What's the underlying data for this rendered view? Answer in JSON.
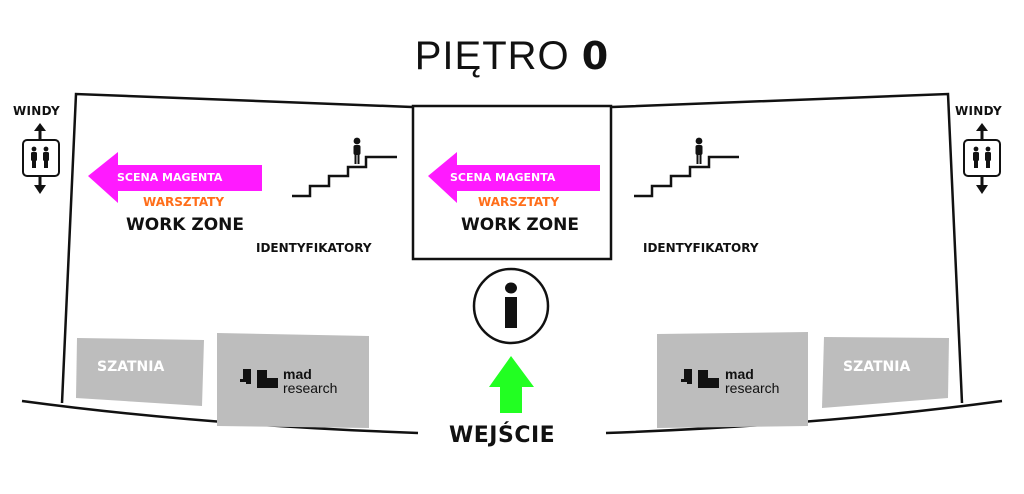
{
  "map": {
    "title_prefix": "PIĘTRO",
    "title_floor": "0",
    "elevators_left": {
      "label": "WINDY",
      "icon": "elevator-icon"
    },
    "elevators_right": {
      "label": "WINDY",
      "icon": "elevator-icon"
    },
    "left_zone": {
      "arrow_label": "SCENA MAGENTA",
      "sub_label": "WARSZTATY",
      "zone_label": "WORK ZONE",
      "stairs_label": "IDENTYFIKATORY"
    },
    "center_zone": {
      "arrow_label": "SCENA MAGENTA",
      "sub_label": "WARSZTATY",
      "zone_label": "WORK ZONE",
      "info_icon": "info-icon"
    },
    "right_zone": {
      "stairs_label": "IDENTYFIKATORY"
    },
    "cloakroom_left": "SZATNIA",
    "cloakroom_right": "SZATNIA",
    "sponsor_left": {
      "name_top": "mad",
      "name_bottom": "research"
    },
    "sponsor_right": {
      "name_top": "mad",
      "name_bottom": "research"
    },
    "entrance_label": "WEJŚCIE",
    "colors": {
      "magenta_arrow": "#ff1aff",
      "orange_text": "#ff6e1a",
      "entrance_arrow": "#22ff22",
      "gray_block": "#bdbdbd",
      "line": "#111111"
    }
  }
}
